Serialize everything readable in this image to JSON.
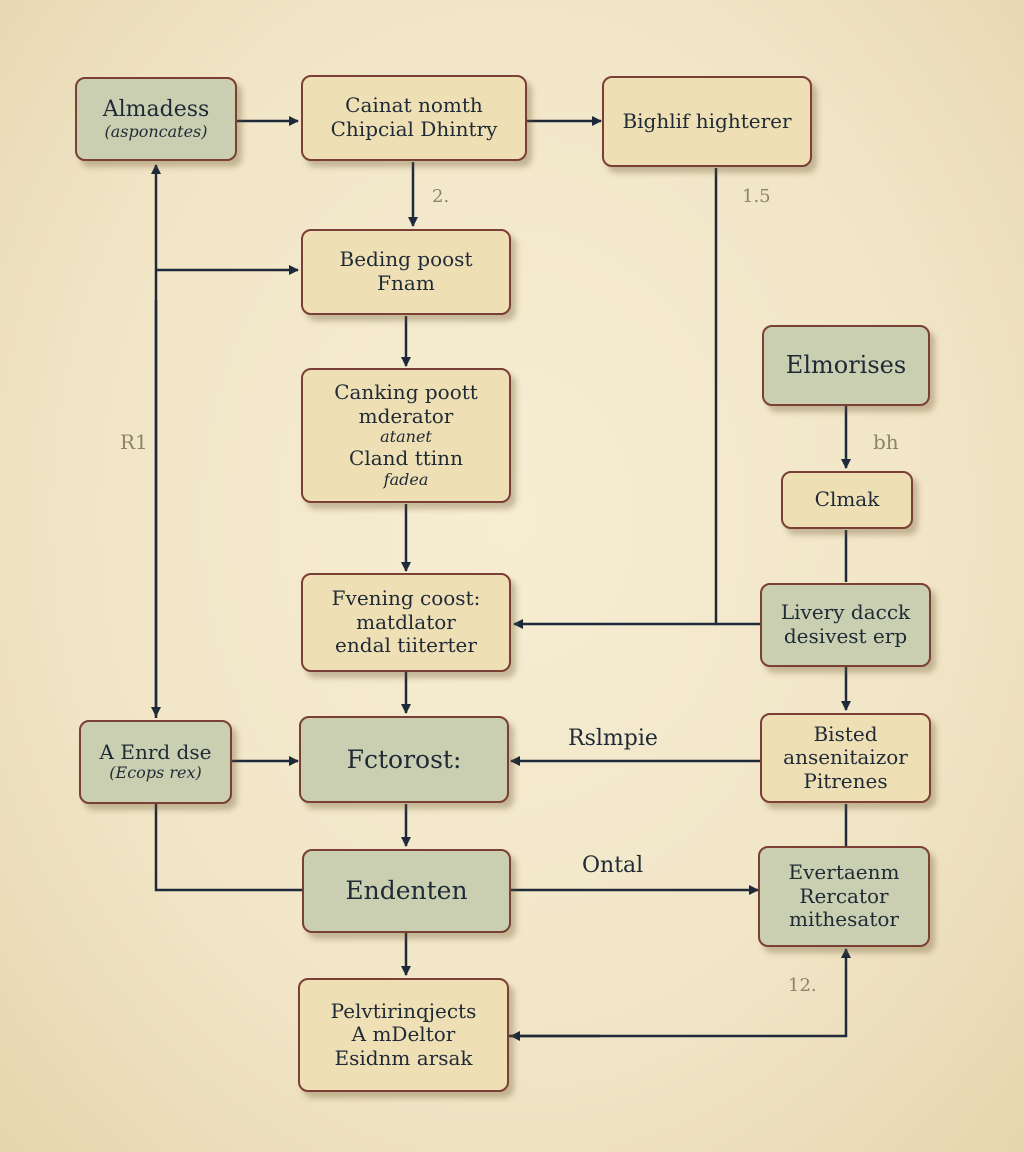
{
  "nodes": {
    "almadess": {
      "title": "Almadess",
      "sub": "(asponcates)"
    },
    "cainat": {
      "lines": [
        "Cainat nomth",
        "Chipcial Dhintry"
      ]
    },
    "bighlif": {
      "lines": [
        "Bighlif highterer"
      ]
    },
    "beding": {
      "lines": [
        "Beding poost",
        "Fnam"
      ]
    },
    "canking": {
      "lines": [
        "Canking poott",
        "mderator",
        "atanet",
        "Cland ttinn",
        "fadea"
      ]
    },
    "elmorises": {
      "lines": [
        "Elmorises"
      ]
    },
    "clmak": {
      "lines": [
        "Clmak"
      ]
    },
    "livery": {
      "lines": [
        "Livery dacck",
        "desivest erp"
      ]
    },
    "fvening": {
      "lines": [
        "Fvening coost:",
        "matdlator",
        "endal tiiterter"
      ]
    },
    "aendse": {
      "title": "A Enrd dse",
      "sub": "(Ecops rex)"
    },
    "fctorost": {
      "lines": [
        "Fctorost:"
      ]
    },
    "bisted": {
      "lines": [
        "Bisted",
        "ansenitaizor",
        "Pitrenes"
      ]
    },
    "endenten": {
      "lines": [
        "Endenten"
      ]
    },
    "evertaenm": {
      "lines": [
        "Evertaenm",
        "Rercator",
        "mithesator"
      ]
    },
    "pelvtir": {
      "lines": [
        "Pelvtirinqjects",
        "A mDeltor",
        "Esidnm arsak"
      ]
    }
  },
  "edge_labels": {
    "l2": "2.",
    "l15": "1.5",
    "r1": "R1",
    "b1": "bh",
    "rslmpie": "Rslmpie",
    "ontal": "Ontal",
    "l12": "12."
  },
  "colors": {
    "line": "#1e2a3a",
    "border": "#7a3f35",
    "tan": "#eedfb5",
    "sage": "#c9cfb0"
  }
}
